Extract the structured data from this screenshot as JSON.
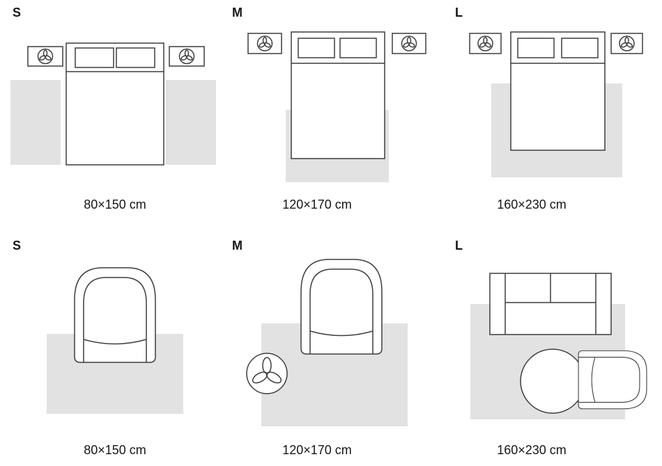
{
  "colors": {
    "rug_fill": "#e2e2e2",
    "outline": "#3d3d3d",
    "text": "#161616"
  },
  "sections": {
    "bedroom": {
      "items": [
        {
          "size": "S",
          "dimensions": "80×150 cm"
        },
        {
          "size": "M",
          "dimensions": "120×170 cm"
        },
        {
          "size": "L",
          "dimensions": "160×230 cm"
        }
      ]
    },
    "living_room": {
      "items": [
        {
          "size": "S",
          "dimensions": "80×150 cm"
        },
        {
          "size": "M",
          "dimensions": "120×170 cm"
        },
        {
          "size": "L",
          "dimensions": "160×230 cm"
        }
      ]
    }
  },
  "icons": {
    "plant": "plant-icon",
    "bed": "bed-icon",
    "rug": "rug-shape",
    "armchair": "armchair-icon",
    "sofa": "sofa-icon",
    "coffee_table": "coffee-table-icon"
  }
}
